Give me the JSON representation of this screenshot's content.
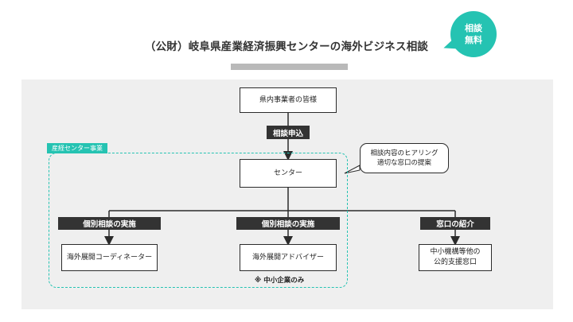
{
  "title": "（公財）岐阜県産業経済振興センターの海外ビジネス相談",
  "badge": {
    "line1": "相談",
    "line2": "無料"
  },
  "section_tag": "産経センター事業",
  "nodes": {
    "top": "県内事業者の皆様",
    "request_label": "相談申込",
    "center": "センター",
    "callout_line1": "相談内容のヒアリング",
    "callout_line2": "適切な窓口の提案",
    "branch1_label": "個別相談の実施",
    "branch1_box": "海外展開コーディネーター",
    "branch2_label": "個別相談の実施",
    "branch2_box": "海外展開アドバイザー",
    "branch3_label": "窓口の紹介",
    "branch3_box_line1": "中小機構等他の",
    "branch3_box_line2": "公的支援窓口"
  },
  "note": "※ 中小企業のみ",
  "colors": {
    "accent": "#25c3b2",
    "dark": "#333333",
    "panel": "#efefef"
  }
}
